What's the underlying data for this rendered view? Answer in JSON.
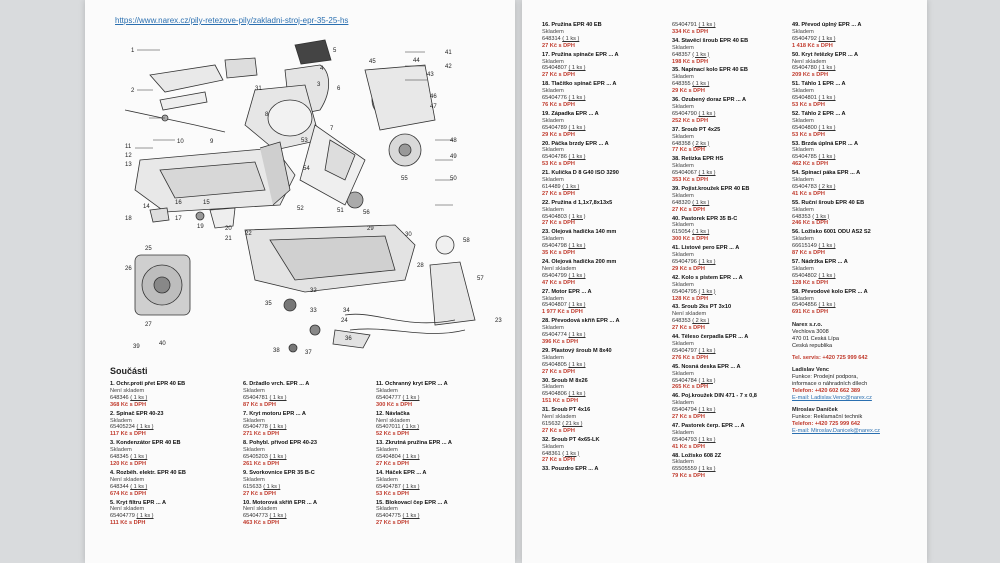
{
  "left_page": {
    "url": "https://www.narex.cz/pily-retezove-pily/zakladni-stroj-epr-35-25-hs",
    "section_title": "Součásti",
    "diagram_labels": [
      "1",
      "2",
      "3",
      "4",
      "5",
      "6",
      "7",
      "8",
      "9",
      "10",
      "11",
      "12",
      "13",
      "14",
      "15",
      "16",
      "17",
      "18",
      "19",
      "20",
      "21",
      "22",
      "23",
      "24",
      "25",
      "26",
      "27",
      "28",
      "29",
      "30",
      "31",
      "32",
      "33",
      "34",
      "35",
      "36",
      "37",
      "38",
      "39",
      "40",
      "41",
      "42",
      "43",
      "44",
      "45",
      "46",
      "47",
      "48",
      "49",
      "50",
      "51",
      "52",
      "53",
      "54",
      "55",
      "56",
      "57",
      "58"
    ],
    "columns": [
      [
        {
          "name": "1. Ochr.proti přet EPR 40 EB",
          "status": "Není skladem",
          "code": "648346",
          "qty": "( 1 ks )",
          "price": "368 Kč s DPH"
        },
        {
          "name": "2. Spínač EPR 40-23",
          "status": "Skladem",
          "code": "65405234",
          "qty": "( 1 ks )",
          "price": "117 Kč s DPH"
        },
        {
          "name": "3. Kondenzátor EPR 40 EB",
          "status": "Skladem",
          "code": "648345",
          "qty": "( 1 ks )",
          "price": "120 Kč s DPH"
        },
        {
          "name": "4. Rozběh. elektr. EPR 40 EB",
          "status": "Není skladem",
          "code": "648344",
          "qty": "( 1 ks )",
          "price": "674 Kč s DPH"
        },
        {
          "name": "5. Kryt filtru EPR ... A",
          "status": "Není skladem",
          "code": "65404779",
          "qty": "( 1 ks )",
          "price": "111 Kč s DPH"
        }
      ],
      [
        {
          "name": "6. Držadlo vrch. EPR ... A",
          "status": "Skladem",
          "code": "65404781",
          "qty": "( 1 ks )",
          "price": "87 Kč s DPH"
        },
        {
          "name": "7. Kryt motoru EPR ... A",
          "status": "Skladem",
          "code": "65404778",
          "qty": "( 1 ks )",
          "price": "271 Kč s DPH"
        },
        {
          "name": "8. Pohybl. přívod EPR 40-23",
          "status": "Skladem",
          "code": "65405203",
          "qty": "( 1 ks )",
          "price": "261 Kč s DPH"
        },
        {
          "name": "9. Svorkovnice EPR 35 B-C",
          "status": "Skladem",
          "code": "615633",
          "qty": "( 1 ks )",
          "price": "27 Kč s DPH"
        },
        {
          "name": "10. Motorová skříň EPR ... A",
          "status": "Není skladem",
          "code": "65404773",
          "qty": "( 1 ks )",
          "price": "463 Kč s DPH"
        }
      ],
      [
        {
          "name": "11. Ochranný kryt EPR ... A",
          "status": "Skladem",
          "code": "65404777",
          "qty": "( 1 ks )",
          "price": "300 Kč s DPH"
        },
        {
          "name": "12. Návlačka",
          "status": "Není skladem",
          "code": "65407011",
          "qty": "( 1 ks )",
          "price": "52 Kč s DPH"
        },
        {
          "name": "13. Zkrutná pružina EPR ... A",
          "status": "Skladem",
          "code": "65404804",
          "qty": "( 1 ks )",
          "price": "27 Kč s DPH"
        },
        {
          "name": "14. Háček EPR ... A",
          "status": "Skladem",
          "code": "65404787",
          "qty": "( 1 ks )",
          "price": "53 Kč s DPH"
        },
        {
          "name": "15. Blokovací čep EPR ... A",
          "status": "Skladem",
          "code": "65404775",
          "qty": "( 1 ks )",
          "price": "27 Kč s DPH"
        }
      ]
    ]
  },
  "right_page": {
    "columns": [
      [
        {
          "name": "16. Pružina EPR 40 EB",
          "status": "Skladem",
          "code": "648314",
          "qty": "( 1 ks )",
          "price": "27 Kč s DPH"
        },
        {
          "name": "17. Pružina spínače EPR ... A",
          "status": "Skladem",
          "code": "65404807",
          "qty": "( 1 ks )",
          "price": "27 Kč s DPH"
        },
        {
          "name": "18. Tlačítko spínač EPR ... A",
          "status": "Skladem",
          "code": "65404776",
          "qty": "( 1 ks )",
          "price": "76 Kč s DPH"
        },
        {
          "name": "19. Západka EPR ... A",
          "status": "Skladem",
          "code": "65404789",
          "qty": "( 1 ks )",
          "price": "29 Kč s DPH"
        },
        {
          "name": "20. Páčka brzdy EPR ... A",
          "status": "Skladem",
          "code": "65404786",
          "qty": "( 1 ks )",
          "price": "53 Kč s DPH"
        },
        {
          "name": "21. Kulička D 8 G40 ISO 3290",
          "status": "Skladem",
          "code": "614489",
          "qty": "( 1 ks )",
          "price": "27 Kč s DPH"
        },
        {
          "name": "22. Pružina d 1,1x7,8x13x5",
          "status": "Skladem",
          "code": "65404803",
          "qty": "( 1 ks )",
          "price": "27 Kč s DPH"
        },
        {
          "name": "23. Olejová hadička 140 mm",
          "status": "Skladem",
          "code": "65404798",
          "qty": "( 1 ks )",
          "price": "35 Kč s DPH"
        },
        {
          "name": "24. Olejová hadička 200 mm",
          "status": "Není skladem",
          "code": "65404799",
          "qty": "( 1 ks )",
          "price": "47 Kč s DPH"
        },
        {
          "name": "27. Motor EPR ... A",
          "status": "Skladem",
          "code": "65404807",
          "qty": "( 1 ks )",
          "price": "1 977 Kč s DPH"
        },
        {
          "name": "28. Převodová skříň EPR ... A",
          "status": "Skladem",
          "code": "65404774",
          "qty": "( 1 ks )",
          "price": "396 Kč s DPH"
        },
        {
          "name": "29. Plastový šroub M 8x40",
          "status": "Skladem",
          "code": "65404805",
          "qty": "( 1 ks )",
          "price": "27 Kč s DPH"
        },
        {
          "name": "30. Šroub M 8x26",
          "status": "Skladem",
          "code": "65404806",
          "qty": "( 1 ks )",
          "price": "151 Kč s DPH"
        },
        {
          "name": "31. Šroub PT 4x16",
          "status": "Není skladem",
          "code": "615632",
          "qty": "( 21 ks )",
          "price": "27 Kč s DPH"
        },
        {
          "name": "32. Šroub PT 4x65-LK",
          "status": "Skladem",
          "code": "648361",
          "qty": "( 1 ks )",
          "price": "27 Kč s DPH"
        },
        {
          "name": "33. Pouzdro EPR ... A",
          "status": "",
          "code": "",
          "qty": "",
          "price": ""
        }
      ],
      [
        {
          "name": "",
          "status": "",
          "code": "65404791",
          "qty": "( 1 ks )",
          "price": "334 Kč s DPH"
        },
        {
          "name": "34. Stavěcí šroub EPR 40 EB",
          "status": "Skladem",
          "code": "648357",
          "qty": "( 1 ks )",
          "price": "198 Kč s DPH"
        },
        {
          "name": "35. Napínací kolo EPR 40 EB",
          "status": "Skladem",
          "code": "648355",
          "qty": "( 1 ks )",
          "price": "29 Kč s DPH"
        },
        {
          "name": "36. Ozubený doraz EPR ... A",
          "status": "Skladem",
          "code": "65404790",
          "qty": "( 1 ks )",
          "price": "252 Kč s DPH"
        },
        {
          "name": "37. Šroub PT 4x25",
          "status": "Skladem",
          "code": "648358",
          "qty": "( 2 ks )",
          "price": "77 Kč s DPH"
        },
        {
          "name": "38. Řetízka EPR HS",
          "status": "Skladem",
          "code": "65404067",
          "qty": "( 1 ks )",
          "price": "353 Kč s DPH"
        },
        {
          "name": "39. Pojist.kroužek EPR 40 EB",
          "status": "Skladem",
          "code": "648320",
          "qty": "( 1 ks )",
          "price": "27 Kč s DPH"
        },
        {
          "name": "40. Pastorek EPR 35 B-C",
          "status": "Skladem",
          "code": "615054",
          "qty": "( 1 ks )",
          "price": "300 Kč s DPH"
        },
        {
          "name": "41. Listové pero EPR ... A",
          "status": "Skladem",
          "code": "65404796",
          "qty": "( 1 ks )",
          "price": "29 Kč s DPH"
        },
        {
          "name": "42. Kolo s pístem EPR ... A",
          "status": "Skladem",
          "code": "65404795",
          "qty": "( 1 ks )",
          "price": "128 Kč s DPH"
        },
        {
          "name": "43. Šroub 2ks PT 3x10",
          "status": "Není skladem",
          "code": "648353",
          "qty": "( 2 ks )",
          "price": "27 Kč s DPH"
        },
        {
          "name": "44. Těleso čerpadla EPR ... A",
          "status": "Skladem",
          "code": "65404797",
          "qty": "( 1 ks )",
          "price": "276 Kč s DPH"
        },
        {
          "name": "45. Nosná deska EPR ... A",
          "status": "Skladem",
          "code": "65404784",
          "qty": "( 1 ks )",
          "price": "265 Kč s DPH"
        },
        {
          "name": "46. Poj.kroužek DIN 471 - 7 x 0,8",
          "status": "Skladem",
          "code": "65404794",
          "qty": "( 1 ks )",
          "price": "27 Kč s DPH"
        },
        {
          "name": "47. Pastorek čerp. EPR ... A",
          "status": "Skladem",
          "code": "65404793",
          "qty": "( 1 ks )",
          "price": "41 Kč s DPH"
        },
        {
          "name": "48. Ložisko 608 2Z",
          "status": "Skladem",
          "code": "65505559",
          "qty": "( 1 ks )",
          "price": "79 Kč s DPH"
        }
      ],
      [
        {
          "name": "49. Převod úplný EPR ... A",
          "status": "Skladem",
          "code": "65404792",
          "qty": "( 1 ks )",
          "price": "1 418 Kč s DPH"
        },
        {
          "name": "50. Kryt řetězky EPR ... A",
          "status": "Není skladem",
          "code": "65404780",
          "qty": "( 1 ks )",
          "price": "209 Kč s DPH"
        },
        {
          "name": "51. Táhlo 1 EPR ... A",
          "status": "Skladem",
          "code": "65404801",
          "qty": "( 1 ks )",
          "price": "53 Kč s DPH"
        },
        {
          "name": "52. Táhlo 2 EPR ... A",
          "status": "Skladem",
          "code": "65404800",
          "qty": "( 1 ks )",
          "price": "53 Kč s DPH"
        },
        {
          "name": "53. Brzda úplná EPR ... A",
          "status": "Skladem",
          "code": "65404785",
          "qty": "( 1 ks )",
          "price": "462 Kč s DPH"
        },
        {
          "name": "54. Spínací páka EPR ... A",
          "status": "Skladem",
          "code": "65404783",
          "qty": "( 2 ks )",
          "price": "41 Kč s DPH"
        },
        {
          "name": "55. Ruční šroub EPR 40 EB",
          "status": "Skladem",
          "code": "648353",
          "qty": "( 1 ks )",
          "price": "246 Kč s DPH"
        },
        {
          "name": "56. Ložisko 6001 ODU AS2 S2",
          "status": "Skladem",
          "code": "66615149",
          "qty": "( 1 ks )",
          "price": "87 Kč s DPH"
        },
        {
          "name": "57. Nádržka EPR ... A",
          "status": "Skladem",
          "code": "65404802",
          "qty": "( 1 ks )",
          "price": "128 Kč s DPH"
        },
        {
          "name": "58. Převodové kolo EPR ... A",
          "status": "Skladem",
          "code": "65404856",
          "qty": "( 1 ks )",
          "price": "691 Kč s DPH"
        }
      ]
    ],
    "contact": {
      "company": "Narex s.r.o.",
      "street": "Vechlova 3008",
      "city": "470 01 Česká Lípa",
      "country": "Česká republika",
      "tel": "Tel. servis: +420 725 999 642",
      "person1_name": "Ladislav Venc",
      "person1_role1": "Funkce: Prodejní podpora,",
      "person1_role2": "informace o náhradních dílech",
      "person1_tel": "Telefon: +420 602 662 389",
      "person1_email": "E-mail: Ladislav.Venc@narex.cz",
      "person2_name": "Miroslav Daníček",
      "person2_role": "Funkce: Reklamační technik",
      "person2_tel": "Telefon: +420 725 999 642",
      "person2_email": "E-mail: Miroslav.Danicek@narex.cz"
    }
  }
}
